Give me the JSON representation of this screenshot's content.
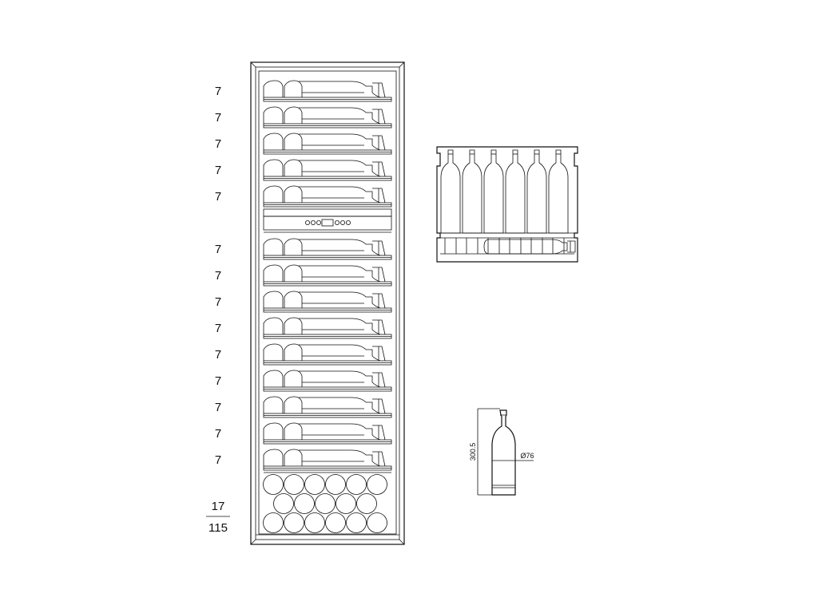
{
  "shelf_counts": [
    "7",
    "7",
    "7",
    "7",
    "7",
    "7",
    "7",
    "7",
    "7",
    "7",
    "7",
    "7",
    "7",
    "7"
  ],
  "bottom_count": "17",
  "total_count": "115",
  "bottle_height": "300.5",
  "bottle_diameter": "Ø76",
  "top_shelves": 5,
  "lower_shelves": 9,
  "bottom_rows": [
    6,
    5,
    6
  ]
}
